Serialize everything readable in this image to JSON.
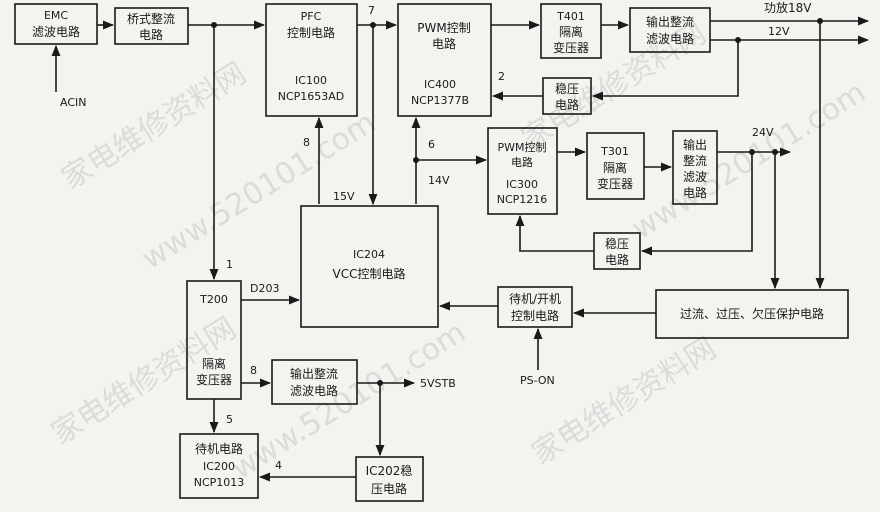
{
  "blocks": {
    "emc": [
      "EMC",
      "滤波电路"
    ],
    "bridge": [
      "桥式整流",
      "电路"
    ],
    "pfc": [
      "PFC",
      "控制电路",
      "IC100",
      "NCP1653AD"
    ],
    "pwm400": [
      "PWM控制",
      "电路",
      "IC400",
      "NCP1377B"
    ],
    "t401": [
      "T401",
      "隔离",
      "变压器"
    ],
    "out1": [
      "输出整流",
      "滤波电路"
    ],
    "reg1": [
      "稳压",
      "电路"
    ],
    "pwm300": [
      "PWM控制",
      "电路",
      "IC300",
      "NCP1216"
    ],
    "t301": [
      "T301",
      "隔离",
      "变压器"
    ],
    "out2": [
      "输出",
      "整流",
      "滤波",
      "电路"
    ],
    "reg2": [
      "稳压",
      "电路"
    ],
    "ic204": [
      "IC204",
      "VCC控制电路"
    ],
    "standby_ctrl": [
      "待机/开机",
      "控制电路"
    ],
    "protect": [
      "过流、过压、欠压保护电路"
    ],
    "t200": [
      "T200",
      "隔离",
      "变压器"
    ],
    "out3": [
      "输出整流",
      "滤波电路"
    ],
    "ic202": [
      "IC202稳",
      "压电路"
    ],
    "ic200": [
      "待机电路",
      "IC200",
      "NCP1013"
    ]
  },
  "labels": {
    "acin": "ACIN",
    "ps_on": "PS-ON",
    "v_18": "功放18V",
    "v_12": "12V",
    "v_24": "24V",
    "v_15": "15V",
    "v_14": "14V",
    "v_5stb": "5VSTB",
    "d203": "D203"
  },
  "pins": {
    "p7": "7",
    "p2": "2",
    "p8a": "8",
    "p6": "6",
    "p1": "1",
    "p8b": "8",
    "p5": "5",
    "p4": "4"
  },
  "watermark": [
    "家电维修资料网",
    "www.520101.com"
  ]
}
